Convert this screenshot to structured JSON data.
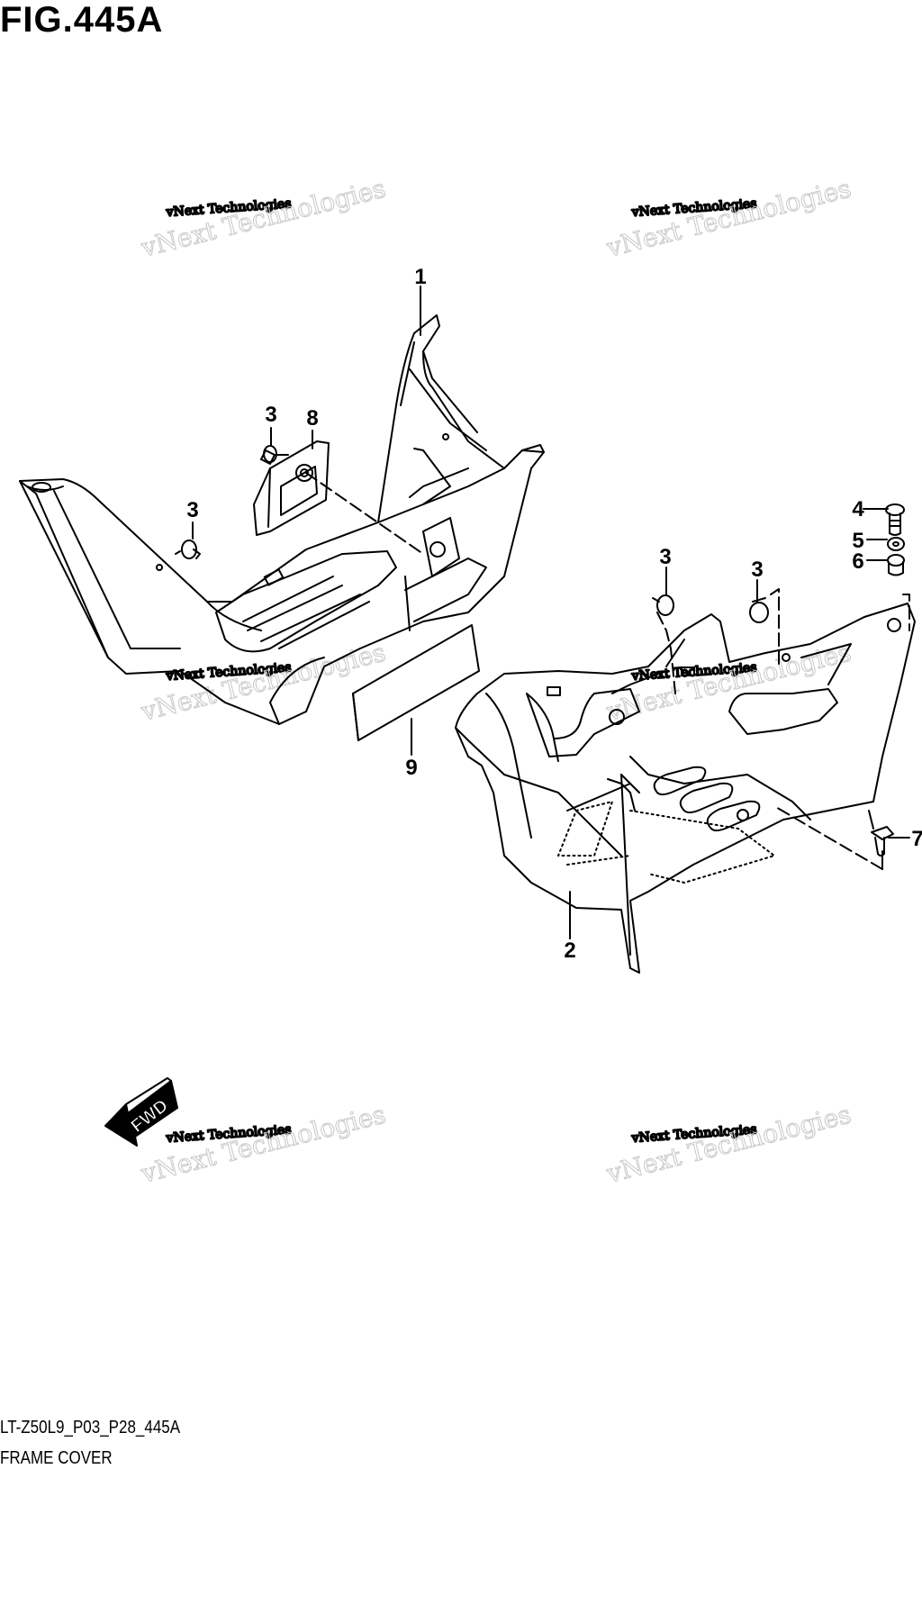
{
  "figure_title": "FIG.445A",
  "diagram_code": "LT-Z50L9_P03_P28_445A",
  "caption": "FRAME COVER",
  "fwd_label": "FWD",
  "watermark": {
    "small": "vNext Technologies",
    "large": "vNext Technologies"
  },
  "callouts": {
    "part1": "1",
    "part2": "2",
    "part3a": "3",
    "part3b": "3",
    "part3c": "3",
    "part3d": "3",
    "part4": "4",
    "part5": "5",
    "part6": "6",
    "part7": "7",
    "part8": "8",
    "part9": "9"
  }
}
